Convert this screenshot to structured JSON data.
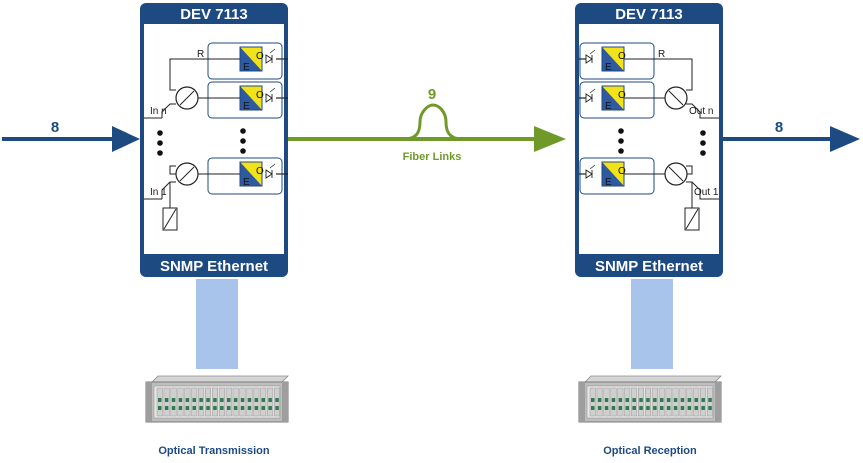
{
  "transmitter": {
    "title": "DEV 7113",
    "footer": "SNMP Ethernet",
    "label_r": "R",
    "label_in_n": "In n",
    "label_in_1": "In 1",
    "caption": "Optical Transmission"
  },
  "receiver": {
    "title": "DEV 7113",
    "footer": "SNMP Ethernet",
    "label_r": "R",
    "label_out_n": "Out n",
    "label_out_1": "Out 1",
    "caption": "Optical Reception"
  },
  "module": {
    "letter_o": "O",
    "letter_e": "E"
  },
  "input_flow": {
    "count": "8"
  },
  "output_flow": {
    "count": "8"
  },
  "fiber": {
    "count": "9",
    "label": "Fiber Links"
  },
  "colors": {
    "device_blue": "#1e4a82",
    "fiber_green": "#6f9a2a",
    "module_yellow": "#f2e21a",
    "module_blue": "#2f5aa0",
    "mgmt_link": "#a9c4ea"
  }
}
